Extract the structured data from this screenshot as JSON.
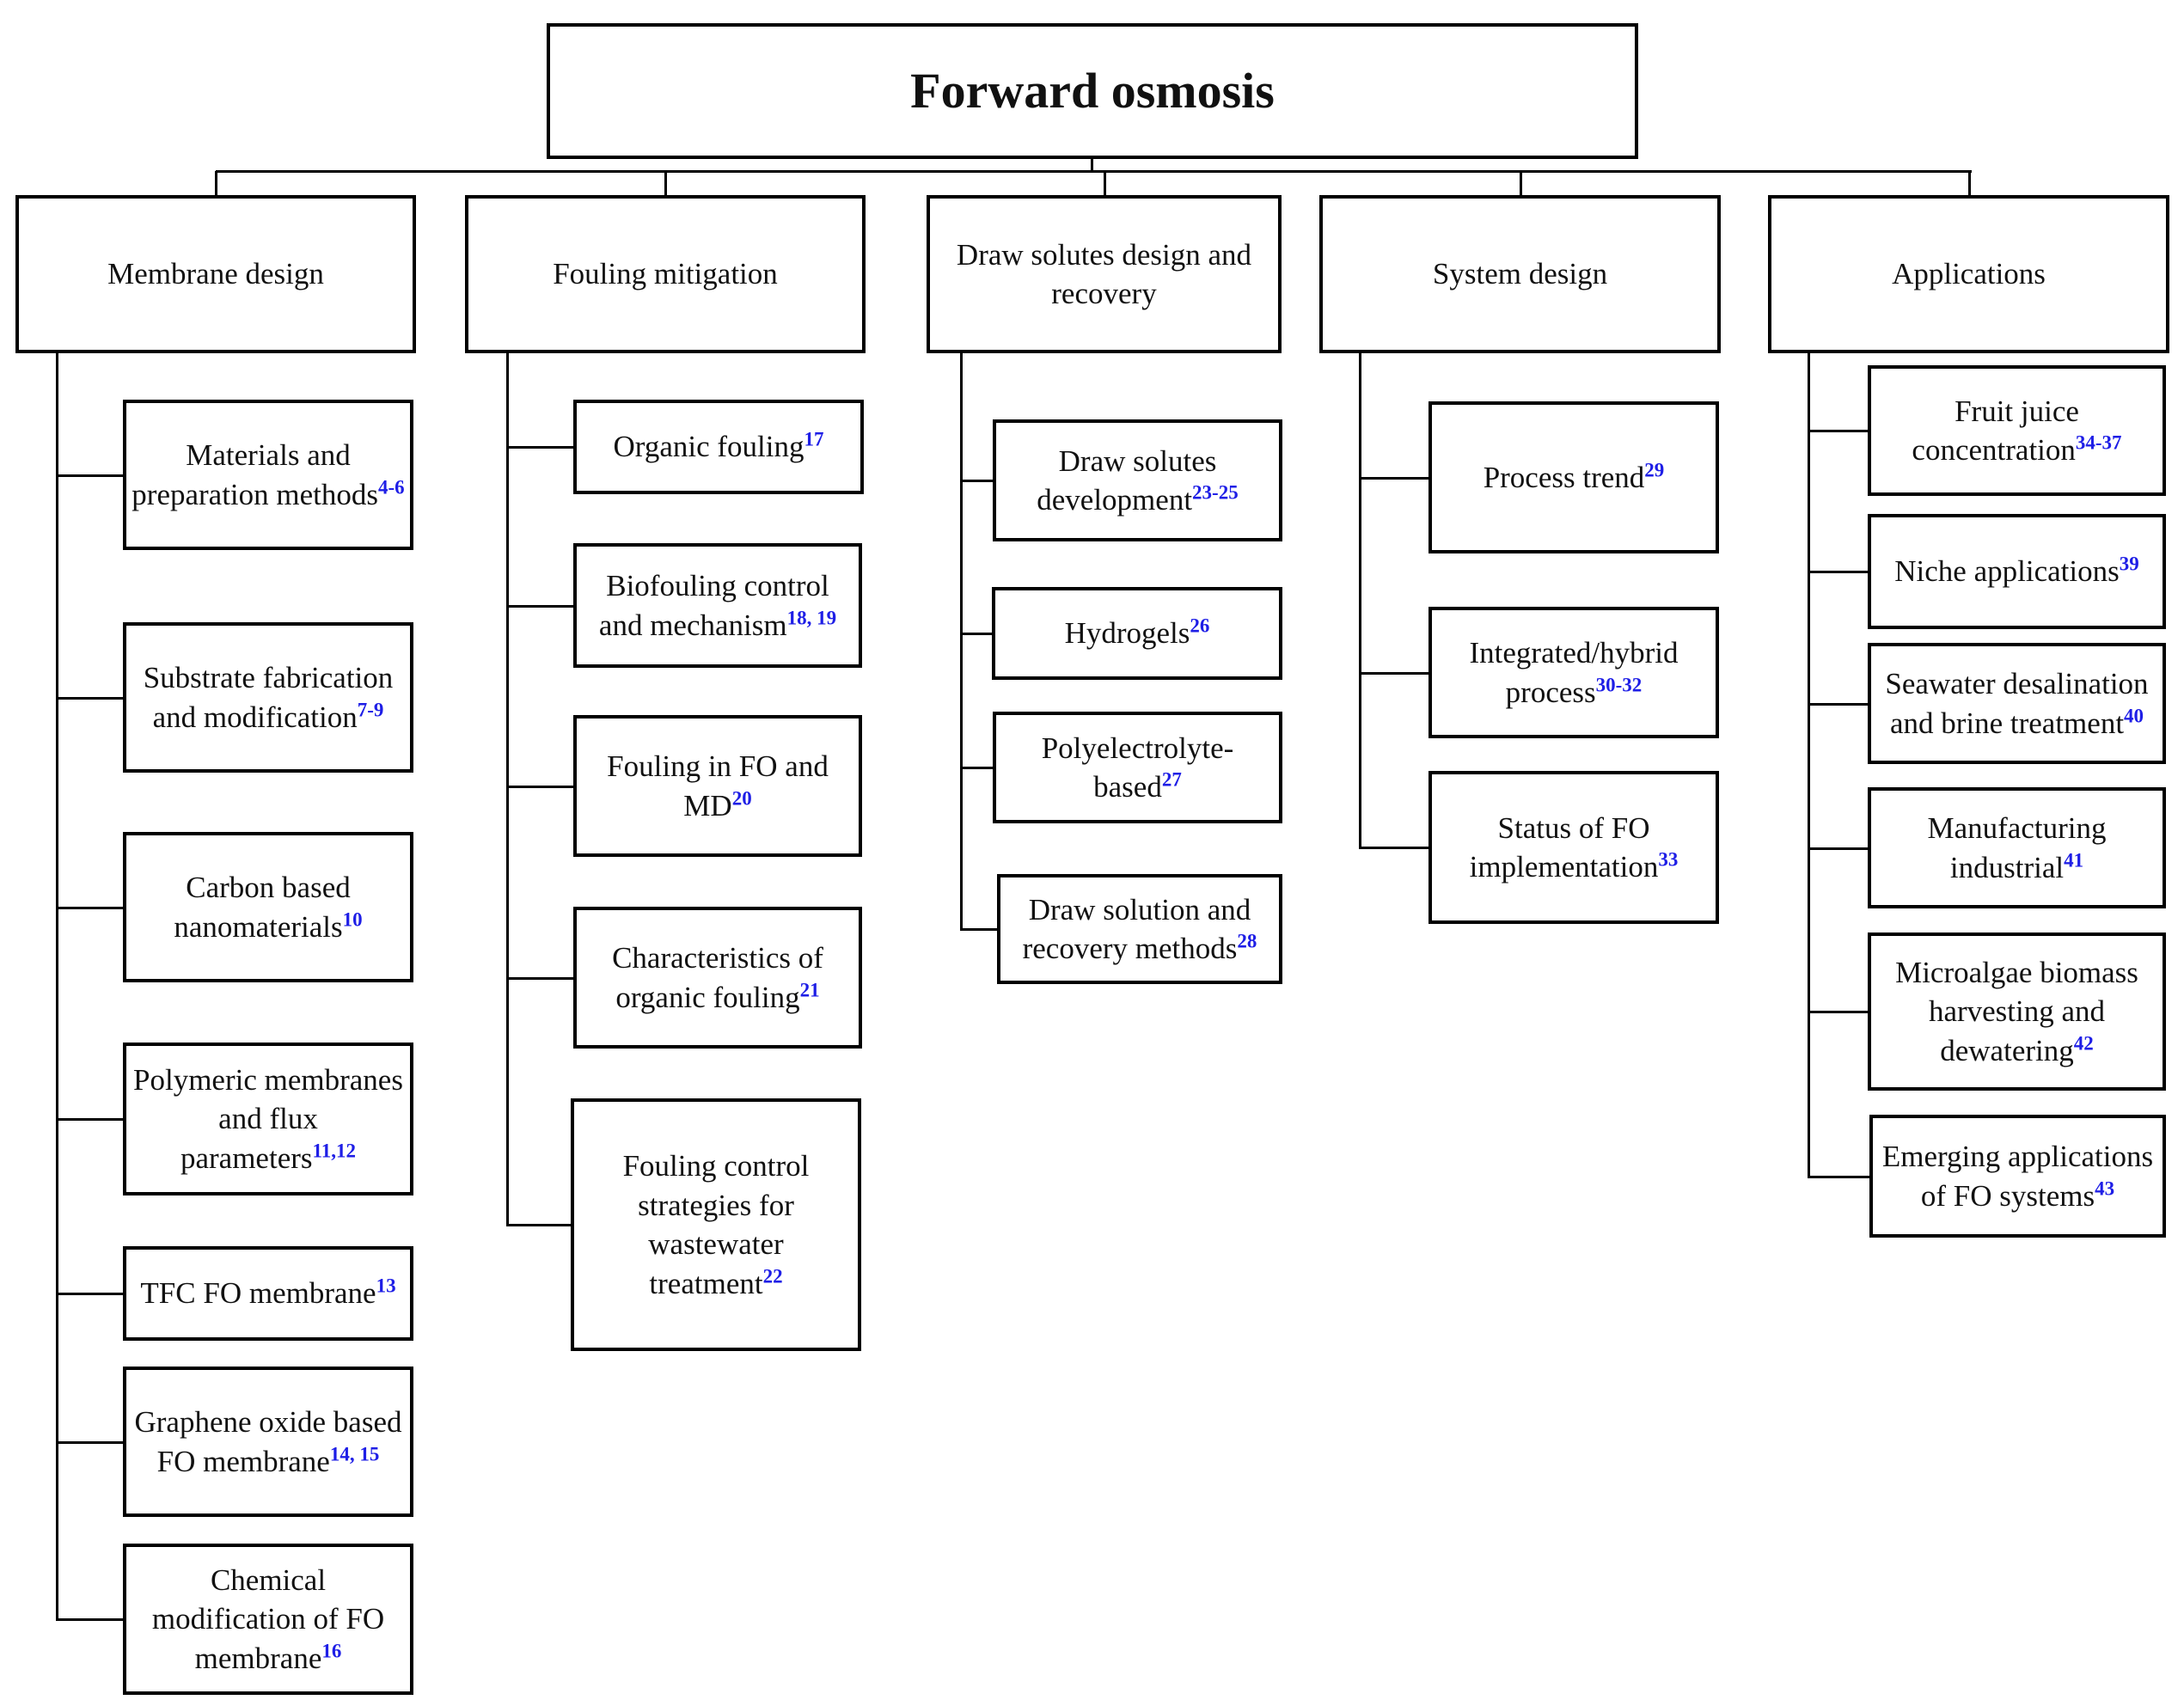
{
  "title": "Forward osmosis",
  "colors": {
    "ref": "#1e1ee6",
    "line": "#000000"
  },
  "categories": [
    {
      "label": "Membrane design",
      "items": [
        {
          "text": "Materials and preparation methods",
          "ref": "4-6"
        },
        {
          "text": "Substrate fabrication and modification",
          "ref": "7-9"
        },
        {
          "text": "Carbon based nanomaterials",
          "ref": "10"
        },
        {
          "text": "Polymeric membranes and flux parameters",
          "ref": "11,12"
        },
        {
          "text": "TFC FO membrane",
          "ref": "13"
        },
        {
          "text": "Graphene oxide based FO membrane",
          "ref": "14, 15"
        },
        {
          "text": "Chemical modification of FO membrane",
          "ref": "16"
        }
      ]
    },
    {
      "label": "Fouling mitigation",
      "items": [
        {
          "text": "Organic fouling",
          "ref": "17"
        },
        {
          "text": "Biofouling control and mechanism",
          "ref": "18, 19"
        },
        {
          "text": "Fouling in FO and MD",
          "ref": "20"
        },
        {
          "text": "Characteristics of organic fouling",
          "ref": "21"
        },
        {
          "text": "Fouling control strategies for wastewater treatment",
          "ref": "22"
        }
      ]
    },
    {
      "label": "Draw solutes design and recovery",
      "items": [
        {
          "text": "Draw solutes development",
          "ref": "23-25"
        },
        {
          "text": "Hydrogels",
          "ref": "26"
        },
        {
          "text": "Polyelectrolyte-based",
          "ref": "27"
        },
        {
          "text": "Draw solution and recovery methods",
          "ref": "28"
        }
      ]
    },
    {
      "label": "System design",
      "items": [
        {
          "text": "Process trend",
          "ref": "29"
        },
        {
          "text": "Integrated/hybrid process",
          "ref": "30-32"
        },
        {
          "text": "Status of FO implementation",
          "ref": "33"
        }
      ]
    },
    {
      "label": "Applications",
      "items": [
        {
          "text": "Fruit juice concentration",
          "ref": "34-37"
        },
        {
          "text": "Niche applications",
          "ref": "39"
        },
        {
          "text": "Seawater desalination and brine treatment",
          "ref": "40"
        },
        {
          "text": "Manufacturing industrial",
          "ref": "41"
        },
        {
          "text": "Microalgae biomass harvesting and dewatering",
          "ref": "42"
        },
        {
          "text": "Emerging applications of FO systems",
          "ref": "43"
        }
      ]
    }
  ]
}
